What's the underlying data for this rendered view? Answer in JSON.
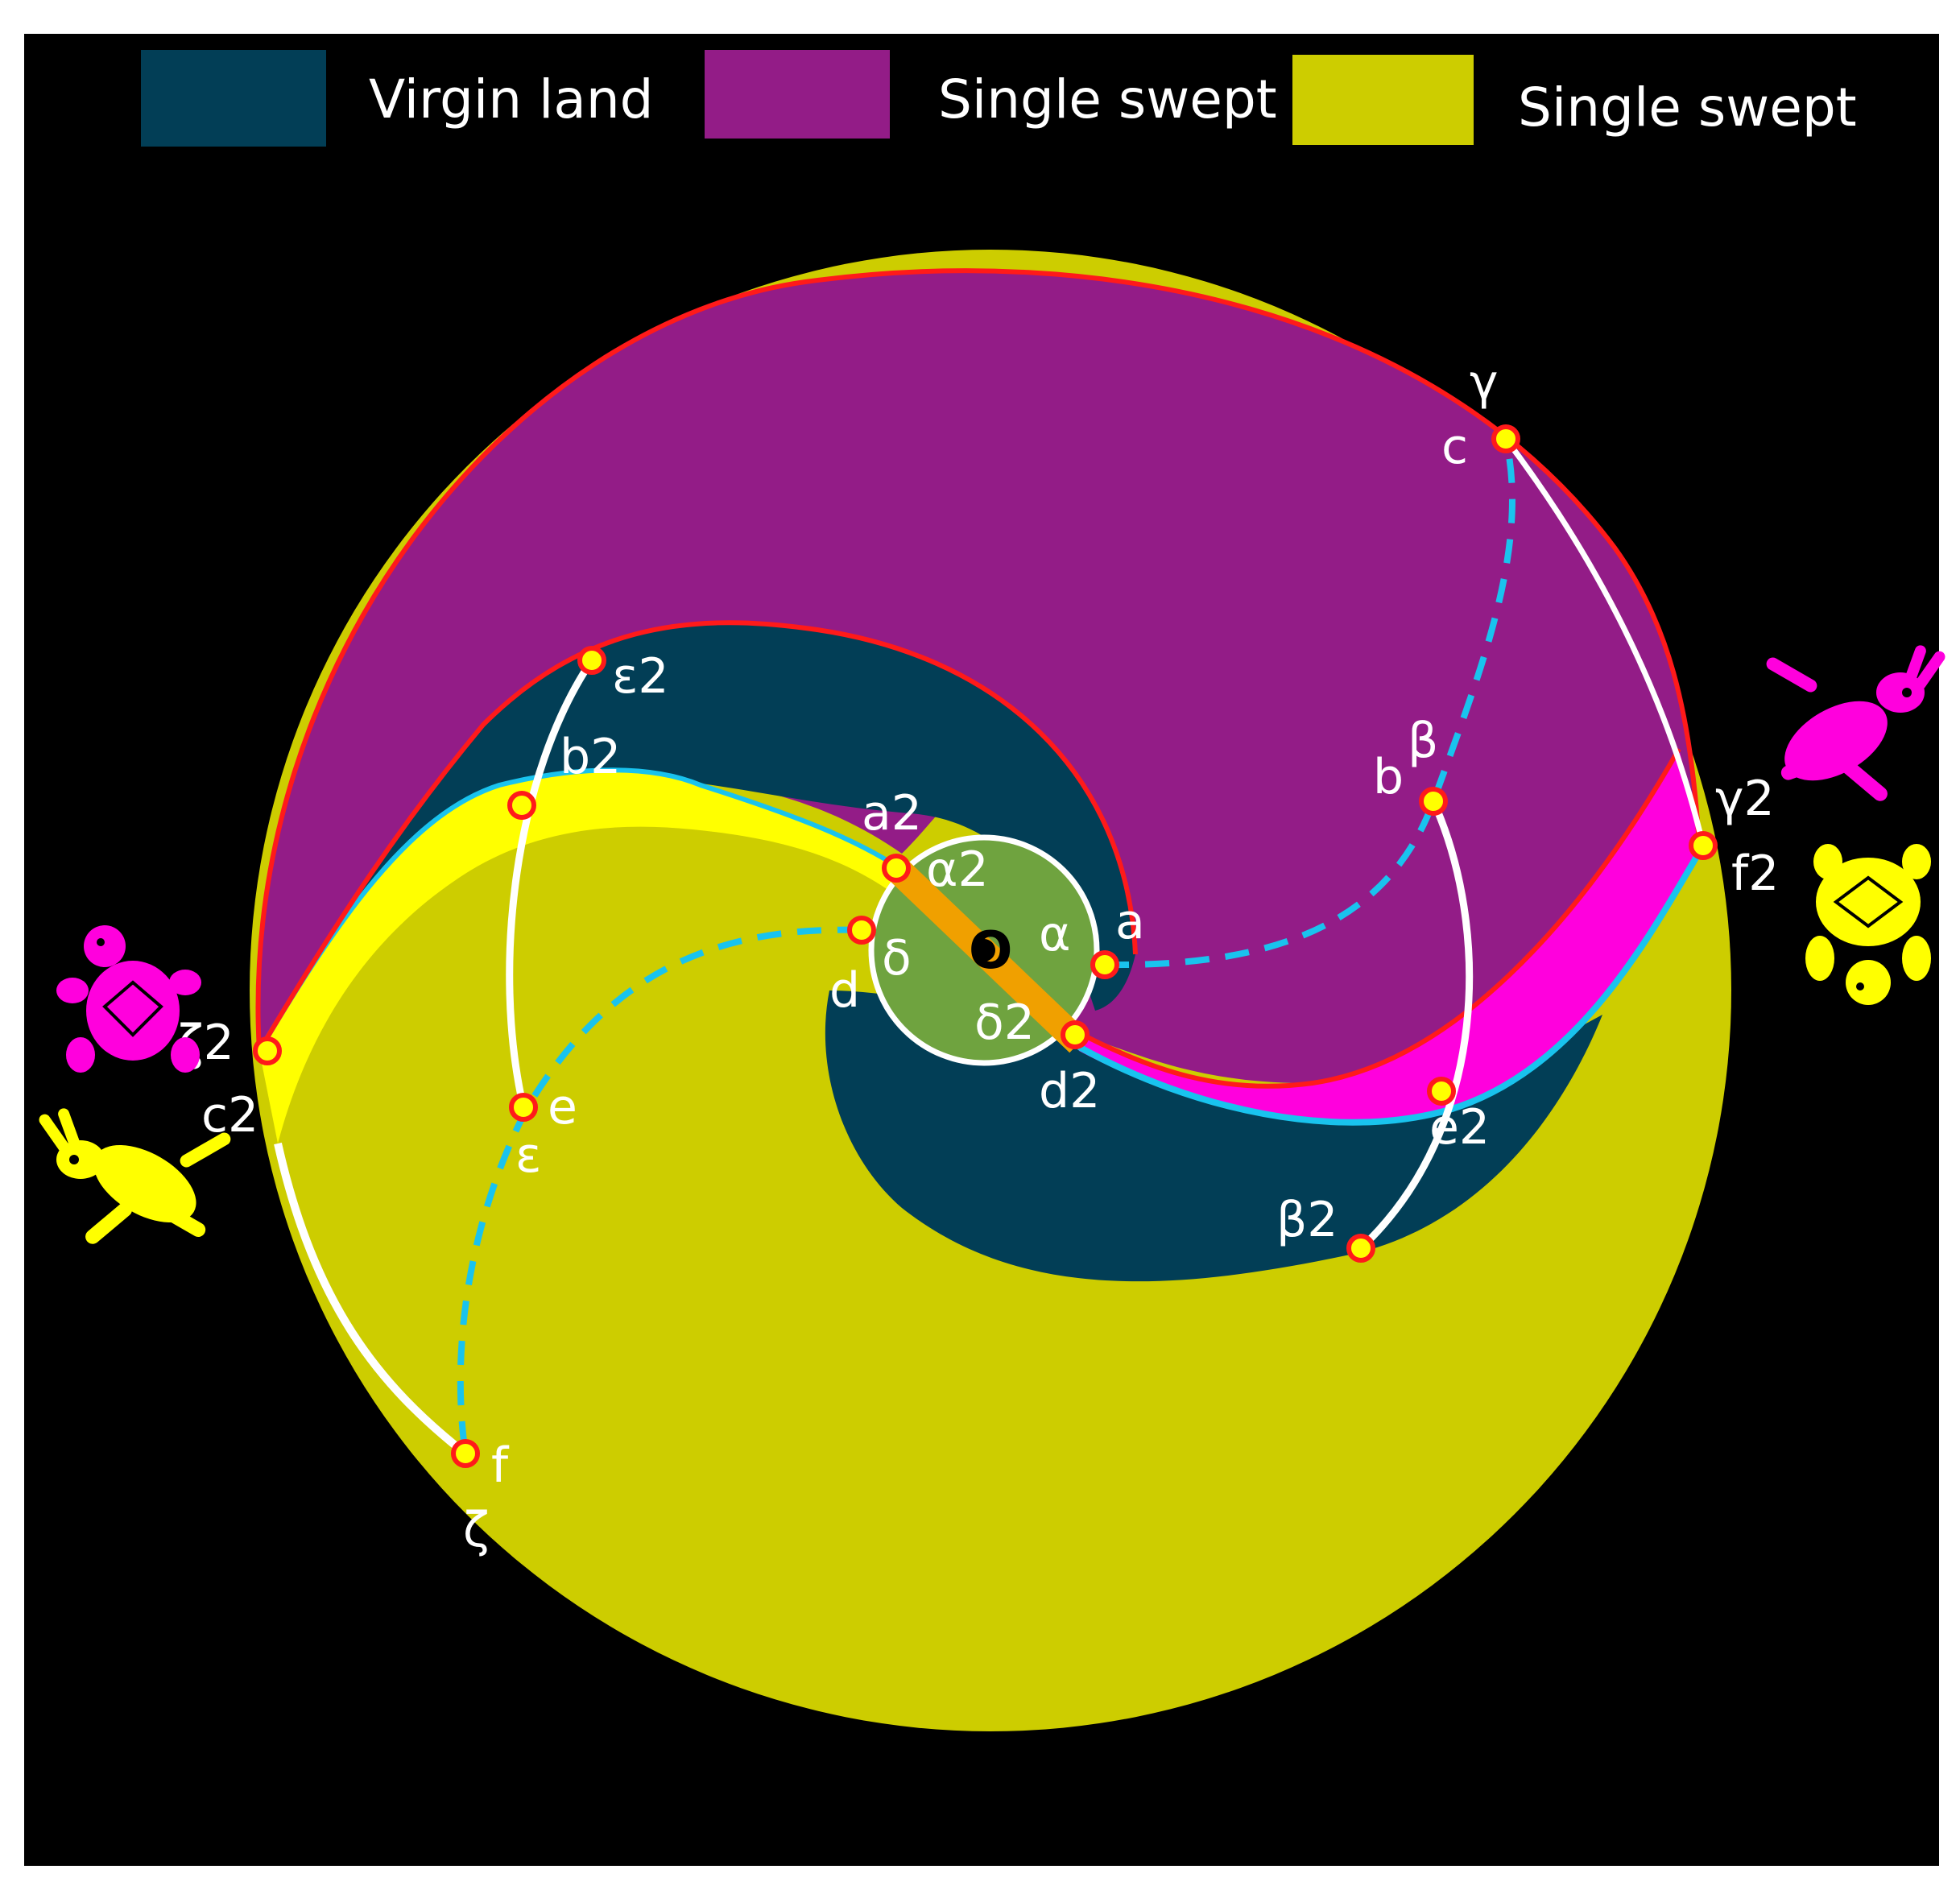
{
  "colors": {
    "background": "#000000",
    "virgin_land": "#023e56",
    "single_swept_purple": "#931c87",
    "single_swept_yellow": "#cdcd00",
    "bright_yellow": "#ffff00",
    "magenta": "#ff00dd",
    "inner_circle": "#6fa33f",
    "center_bar": "#f0a000",
    "boundary_red": "#ff1a1a",
    "boundary_cyan": "#19c3ee",
    "path_white": "#ffffff",
    "point_marker": "#ff1a1a"
  },
  "legend": [
    {
      "label": "Virgin land",
      "color": "#023e56"
    },
    {
      "label": "Single swept",
      "color": "#931c87"
    },
    {
      "label": "Single swept",
      "color": "#cdcd00"
    }
  ],
  "center_label": "O",
  "points": [
    {
      "id": "a",
      "label": "a"
    },
    {
      "id": "alpha",
      "label": "α"
    },
    {
      "id": "a2",
      "label": "a2"
    },
    {
      "id": "alpha2",
      "label": "α2"
    },
    {
      "id": "b",
      "label": "b"
    },
    {
      "id": "beta",
      "label": "β"
    },
    {
      "id": "b2",
      "label": "b2"
    },
    {
      "id": "beta2",
      "label": "β2"
    },
    {
      "id": "c",
      "label": "c"
    },
    {
      "id": "gamma",
      "label": "γ"
    },
    {
      "id": "c2",
      "label": "c2"
    },
    {
      "id": "gamma2",
      "label": "γ2"
    },
    {
      "id": "d",
      "label": "d"
    },
    {
      "id": "delta",
      "label": "δ"
    },
    {
      "id": "d2",
      "label": "d2"
    },
    {
      "id": "delta2",
      "label": "δ2"
    },
    {
      "id": "e",
      "label": "e"
    },
    {
      "id": "epsilon",
      "label": "ε"
    },
    {
      "id": "e2",
      "label": "e2"
    },
    {
      "id": "epsilon2",
      "label": "ε2"
    },
    {
      "id": "f",
      "label": "f"
    },
    {
      "id": "zeta",
      "label": "ζ"
    },
    {
      "id": "f2",
      "label": "f2"
    },
    {
      "id": "zeta2",
      "label": "ζ2"
    }
  ],
  "characters": [
    {
      "id": "magenta-hare",
      "icon": "hare-icon",
      "color": "#ff00dd"
    },
    {
      "id": "yellow-tortoise",
      "icon": "tortoise-icon",
      "color": "#ffff00"
    },
    {
      "id": "magenta-tortoise",
      "icon": "tortoise-icon",
      "color": "#ff00dd"
    },
    {
      "id": "yellow-hare",
      "icon": "hare-icon",
      "color": "#ffff00"
    }
  ]
}
